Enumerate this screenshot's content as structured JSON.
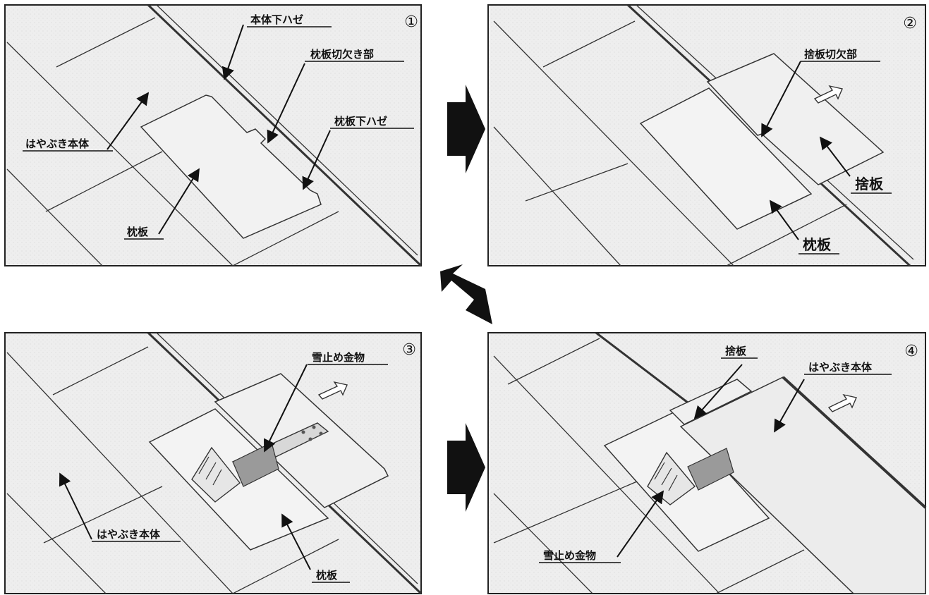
{
  "panels": [
    {
      "number": "①",
      "labels": {
        "body_lower_seam": "本体下ハゼ",
        "pillow_notch": "枕板切欠き部",
        "pillow_lower_seam": "枕板下ハゼ",
        "hayabuki_body": "はやぶき本体",
        "pillow_board": "枕板"
      }
    },
    {
      "number": "②",
      "labels": {
        "waste_notch": "捨板切欠部",
        "waste_board": "捨板",
        "pillow_board": "枕板"
      }
    },
    {
      "number": "③",
      "labels": {
        "snow_guard": "雪止め金物",
        "hayabuki_body": "はやぶき本体",
        "pillow_board": "枕板"
      }
    },
    {
      "number": "④",
      "labels": {
        "waste_board": "捨板",
        "hayabuki_body": "はやぶき本体",
        "snow_guard": "雪止め金物"
      }
    }
  ],
  "icons": {
    "step_arrow": "solid-black-arrow",
    "slide_arrow": "outline-arrow"
  }
}
